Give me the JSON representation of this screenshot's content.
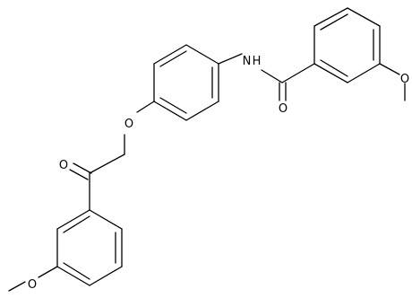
{
  "atoms": {
    "nh": "N H",
    "amide_o": "O",
    "methoxy_o_right": "O",
    "ether_o": "O",
    "ketone_o": "O",
    "methoxy_o_left": "O"
  },
  "colors": {
    "bond": "#000000",
    "background": "#ffffff"
  }
}
